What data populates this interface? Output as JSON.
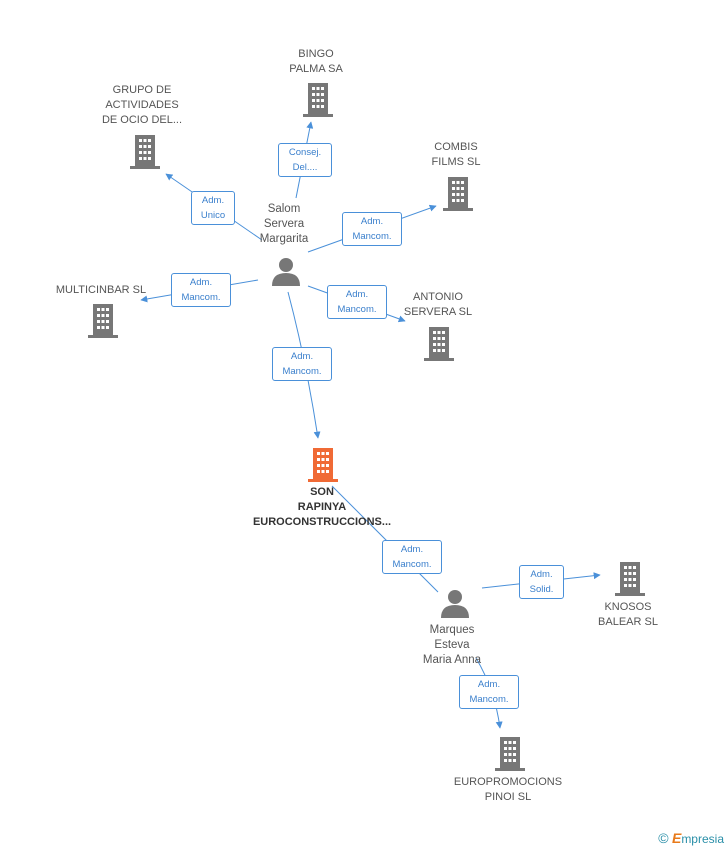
{
  "colors": {
    "edge": "#4a90d9",
    "company_icon": "#777777",
    "main_company_icon": "#f06a35",
    "person_icon": "#777777"
  },
  "nodes": {
    "bingo": {
      "lines": [
        "BINGO",
        "PALMA SA"
      ],
      "icon": "building-icon"
    },
    "grupo": {
      "lines": [
        "GRUPO DE",
        "ACTIVIDADES",
        "DE OCIO DEL..."
      ],
      "icon": "building-icon"
    },
    "combis": {
      "lines": [
        "COMBIS",
        "FILMS SL"
      ],
      "icon": "building-icon"
    },
    "multicinbar": {
      "lines": [
        "MULTICINBAR SL"
      ],
      "icon": "building-icon"
    },
    "antonio": {
      "lines": [
        "ANTONIO",
        "SERVERA SL"
      ],
      "icon": "building-icon"
    },
    "son_rapinya": {
      "lines": [
        "SON",
        "RAPINYA",
        "EUROCONSTRUCCIONS..."
      ],
      "icon": "building-icon"
    },
    "knosos": {
      "lines": [
        "KNOSOS",
        "BALEAR SL"
      ],
      "icon": "building-icon"
    },
    "europromocions": {
      "lines": [
        "EUROPROMOCIONS",
        "PINOI SL"
      ],
      "icon": "building-icon"
    },
    "salom": {
      "lines": [
        "Salom",
        "Servera",
        "Margarita"
      ],
      "icon": "person-icon"
    },
    "marques": {
      "lines": [
        "Marques",
        "Esteva",
        "Maria Anna"
      ],
      "icon": "person-icon"
    }
  },
  "edges": {
    "salom_bingo": [
      "Consej.",
      "Del...."
    ],
    "salom_grupo": [
      "Adm.",
      "Unico"
    ],
    "salom_combis": [
      "Adm.",
      "Mancom."
    ],
    "salom_multicinbar": [
      "Adm.",
      "Mancom."
    ],
    "salom_antonio": [
      "Adm.",
      "Mancom."
    ],
    "salom_son": [
      "Adm.",
      "Mancom."
    ],
    "marques_son": [
      "Adm.",
      "Mancom."
    ],
    "marques_knosos": [
      "Adm.",
      "Solid."
    ],
    "marques_europromocions": [
      "Adm.",
      "Mancom."
    ]
  },
  "footer": {
    "copyright": "©",
    "brand_first": "E",
    "brand_rest": "mpresia"
  }
}
